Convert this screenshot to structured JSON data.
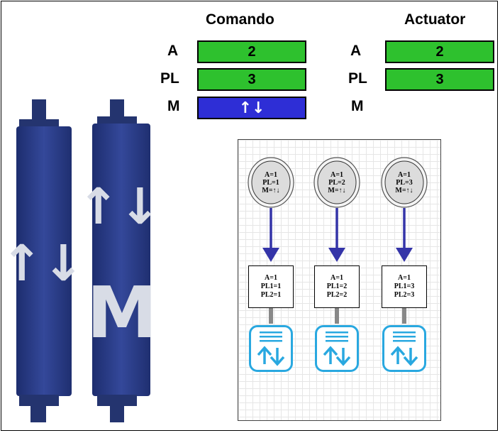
{
  "headers": {
    "comando": "Comando",
    "actuator": "Actuator"
  },
  "comando": {
    "a_label": "A",
    "a_value": "2",
    "pl_label": "PL",
    "pl_value": "3",
    "m_label": "M",
    "m_value": "↑↓"
  },
  "actuator": {
    "a_label": "A",
    "a_value": "2",
    "pl_label": "PL",
    "pl_value": "3",
    "m_label": "M"
  },
  "states": [
    {
      "l1": "A=1",
      "l2": "PL=1",
      "l3": "M=↑↓"
    },
    {
      "l1": "A=1",
      "l2": "PL=2",
      "l3": "M=↑↓"
    },
    {
      "l1": "A=1",
      "l2": "PL=3",
      "l3": "M=↑↓"
    }
  ],
  "nodes": [
    {
      "l1": "A=1",
      "l2": "PL1=1",
      "l3": "PL2=1"
    },
    {
      "l1": "A=1",
      "l2": "PL1=2",
      "l3": "PL2=2"
    },
    {
      "l1": "A=1",
      "l2": "PL1=3",
      "l3": "PL2=3"
    }
  ],
  "photo": {
    "key1_symbol": "↑↓",
    "key2_symbol": "↑↓",
    "key2_letter": "M"
  },
  "colors": {
    "green": "#2ec12e",
    "blue": "#2e2ed6",
    "arrow": "#3434a8",
    "tile": "#29a8e0",
    "key": "#2b3d86"
  }
}
